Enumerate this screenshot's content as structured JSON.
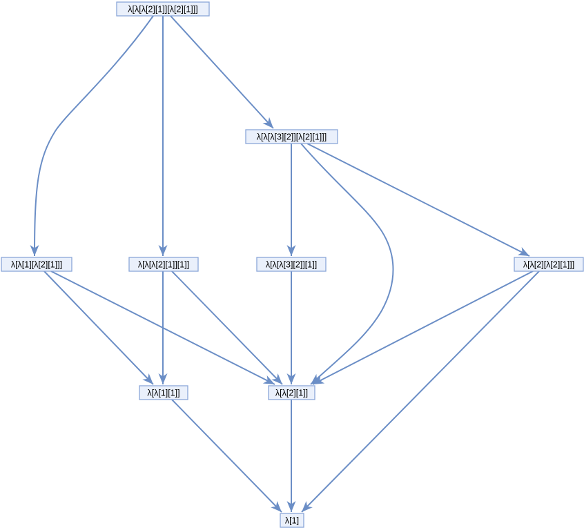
{
  "graph": {
    "nodes": [
      {
        "id": "n1",
        "label": "λ[λ[λ[2][1]][λ[2][1]]]"
      },
      {
        "id": "n2",
        "label": "λ[λ[λ[3][2]][λ[2][1]]]"
      },
      {
        "id": "n3",
        "label": "λ[λ[1][λ[2][1]]]"
      },
      {
        "id": "n4",
        "label": "λ[λ[λ[2][1]][1]]"
      },
      {
        "id": "n5",
        "label": "λ[λ[λ[3][2]][1]]"
      },
      {
        "id": "n6",
        "label": "λ[λ[2][λ[2][1]]]"
      },
      {
        "id": "n7",
        "label": "λ[λ[1][1]]"
      },
      {
        "id": "n8",
        "label": "λ[λ[2][1]]"
      },
      {
        "id": "n9",
        "label": "λ[1]"
      }
    ],
    "edges": [
      {
        "from": "n1",
        "to": "n3"
      },
      {
        "from": "n1",
        "to": "n4"
      },
      {
        "from": "n1",
        "to": "n2"
      },
      {
        "from": "n2",
        "to": "n5"
      },
      {
        "from": "n2",
        "to": "n8"
      },
      {
        "from": "n2",
        "to": "n6"
      },
      {
        "from": "n3",
        "to": "n7"
      },
      {
        "from": "n3",
        "to": "n8"
      },
      {
        "from": "n4",
        "to": "n7"
      },
      {
        "from": "n4",
        "to": "n8"
      },
      {
        "from": "n5",
        "to": "n8"
      },
      {
        "from": "n6",
        "to": "n8"
      },
      {
        "from": "n6",
        "to": "n9"
      },
      {
        "from": "n7",
        "to": "n9"
      },
      {
        "from": "n8",
        "to": "n9"
      }
    ],
    "colors": {
      "edge": "#6b8ec6",
      "node_fill": "#eaf0fb",
      "node_border": "#8aa6d8",
      "text": "#000000"
    }
  }
}
